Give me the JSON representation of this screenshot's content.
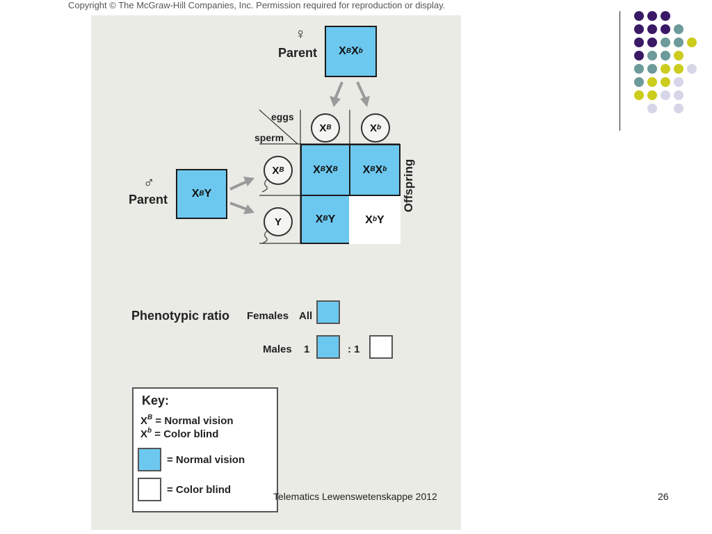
{
  "copyright": "Copyright © The McGraw-Hill Companies, Inc. Permission required for reproduction or display.",
  "female_parent": {
    "symbol": "♀",
    "label": "Parent",
    "genotype_base": "X",
    "sup1": "B",
    "mid": "X",
    "sup2": "b"
  },
  "male_parent": {
    "symbol": "♂",
    "label": "Parent",
    "genotype_base": "X",
    "sup": "B",
    "tail": "Y"
  },
  "grid": {
    "eggs_label": "eggs",
    "sperm_label": "sperm",
    "eggs": [
      {
        "base": "X",
        "sup": "B"
      },
      {
        "base": "X",
        "sup": "b"
      }
    ],
    "sperm": [
      {
        "base": "X",
        "sup": "B"
      },
      {
        "base": "Y",
        "sup": ""
      }
    ],
    "offspring_label": "Offspring",
    "cells": [
      {
        "text_a": "X",
        "sup_a": "B",
        "text_b": "X",
        "sup_b": "B",
        "shaded": true
      },
      {
        "text_a": "X",
        "sup_a": "B",
        "text_b": "X",
        "sup_b": "b",
        "shaded": true
      },
      {
        "text_a": "X",
        "sup_a": "B",
        "text_b": "Y",
        "sup_b": "",
        "shaded": true
      },
      {
        "text_a": "X",
        "sup_a": "b",
        "text_b": "Y",
        "sup_b": "",
        "shaded": false
      }
    ]
  },
  "ratio": {
    "title": "Phenotypic ratio",
    "females_label": "Females",
    "females_value": "All",
    "males_label": "Males",
    "males_count": "1",
    "colon_count": ": 1"
  },
  "key": {
    "title": "Key:",
    "line1_base": "X",
    "line1_sup": "B",
    "line1_text": " = Normal vision",
    "line2_base": "X",
    "line2_sup": "b",
    "line2_text": " = Color blind",
    "swatch1_text": "= Normal vision",
    "swatch2_text": "= Color blind"
  },
  "footer": {
    "center": "Telematics Lewenswetenskappe 2012",
    "page": "26"
  },
  "colors": {
    "normal_vision": "#6dc8ef",
    "color_blind": "#ffffff",
    "purple": "#3a1a66",
    "teal": "#6d9a9a",
    "yellow": "#cccc1e",
    "lavender": "#d6d6e8"
  }
}
